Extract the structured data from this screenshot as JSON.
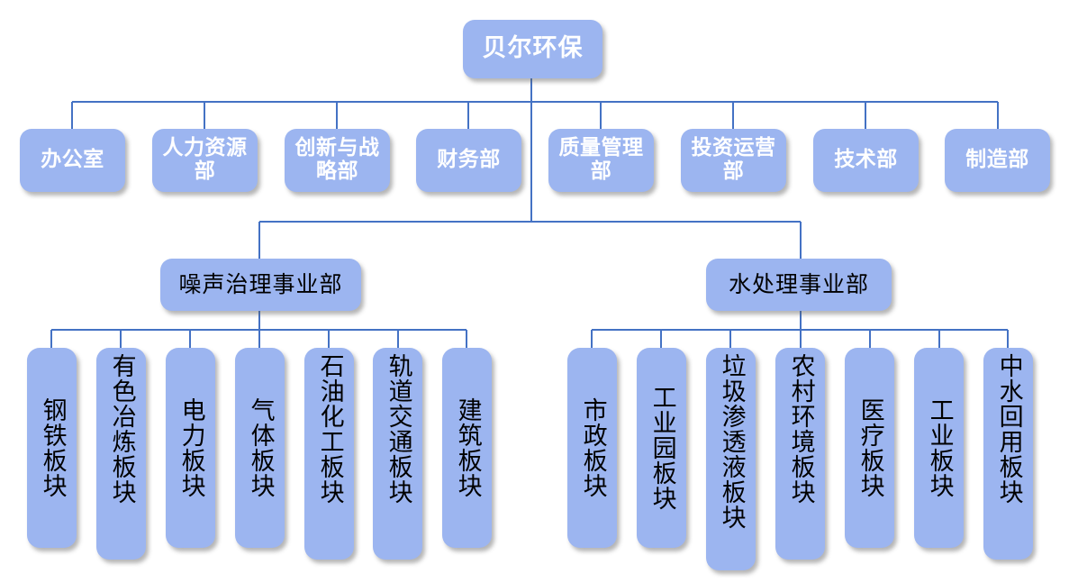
{
  "colors": {
    "node_fill": "#9CB5F0",
    "connector": "#4472C4",
    "root_text": "#FFFFFF",
    "dept_text": "#FFFFFF",
    "division_text": "#000000",
    "leaf_text": "#000000",
    "background": "#FFFFFF"
  },
  "org": {
    "root": {
      "label": "贝尔环保"
    },
    "departments": [
      {
        "label": "办公室"
      },
      {
        "label": "人力资源部"
      },
      {
        "label": "创新与战略部"
      },
      {
        "label": "财务部"
      },
      {
        "label": "质量管理部"
      },
      {
        "label": "投资运营部"
      },
      {
        "label": "技术部"
      },
      {
        "label": "制造部"
      }
    ],
    "divisions": [
      {
        "label": "噪声治理事业部",
        "segments": [
          {
            "label": "钢铁板块"
          },
          {
            "label": "有色冶炼板块"
          },
          {
            "label": "电力板块"
          },
          {
            "label": "气体板块"
          },
          {
            "label": "石油化工板块"
          },
          {
            "label": "轨道交通板块"
          },
          {
            "label": "建筑板块"
          }
        ]
      },
      {
        "label": "水处理事业部",
        "segments": [
          {
            "label": "市政板块"
          },
          {
            "label": "工业园板块"
          },
          {
            "label": "垃圾渗透液板块"
          },
          {
            "label": "农村环境板块"
          },
          {
            "label": "医疗板块"
          },
          {
            "label": "工业板块"
          },
          {
            "label": "中水回用板块"
          }
        ]
      }
    ]
  }
}
